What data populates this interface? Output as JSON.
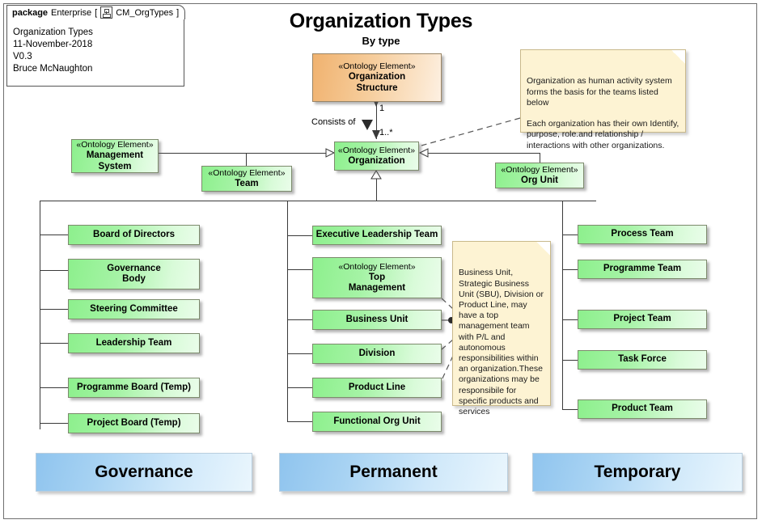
{
  "package": {
    "keyword": "package",
    "name": "Enterprise",
    "open_bracket": "[",
    "diagram_icon": "package-diagram-icon",
    "diagram_name": "CM_OrgTypes",
    "close_bracket": "]",
    "meta": "Organization Types\n11-November-2018\nV0.3\nBruce McNaughton"
  },
  "header": {
    "title": "Organization Types",
    "subtitle": "By type"
  },
  "stereotype": "«Ontology Element»",
  "nodes": {
    "org_structure": {
      "stereotype": "«Ontology Element»",
      "name": "Organization\nStructure"
    },
    "management_system": {
      "stereotype": "«Ontology Element»",
      "name": "Management\nSystem"
    },
    "team": {
      "stereotype": "«Ontology Element»",
      "name": "Team"
    },
    "organization": {
      "stereotype": "«Ontology Element»",
      "name": "Organization"
    },
    "org_unit": {
      "stereotype": "«Ontology Element»",
      "name": "Org Unit"
    },
    "top_management": {
      "stereotype": "«Ontology Element»",
      "name": "Top\nManagement"
    }
  },
  "association": {
    "label": "Consists of",
    "direction_icon": "filled-triangle-down-icon",
    "source_multiplicity": "1",
    "target_multiplicity": "1..*"
  },
  "columns": {
    "governance": {
      "banner": "Governance",
      "items": [
        "Board of Directors",
        "Governance\nBody",
        "Steering Committee",
        "Leadership Team",
        "Programme Board (Temp)",
        "Project Board (Temp)"
      ]
    },
    "permanent": {
      "banner": "Permanent",
      "items": [
        "Executive Leadership Team",
        "Business Unit",
        "Division",
        "Product Line",
        "Functional Org Unit"
      ]
    },
    "temporary": {
      "banner": "Temporary",
      "items": [
        "Process Team",
        "Programme Team",
        "Project Team",
        "Task Force",
        "Product Team"
      ]
    }
  },
  "notes": {
    "organization_note": "Organization as human activity system forms the basis for the teams listed below\n\nEach organization has their own Identify, purpose, role.and relationship / interactions with other organizations.",
    "business_unit_note": "Business Unit, Strategic Business Unit (SBU), Division or Product Line, may have a top management team with P/L and autonomous responsibilities within an organization.These organizations may be responsibile for specific products and services"
  },
  "colors": {
    "green_fill": "#8df08d",
    "orange_fill": "#f0b26f",
    "note_fill": "#fdf3d3",
    "banner_fill": "#8fc4ee",
    "line": "#3a3a3a"
  }
}
